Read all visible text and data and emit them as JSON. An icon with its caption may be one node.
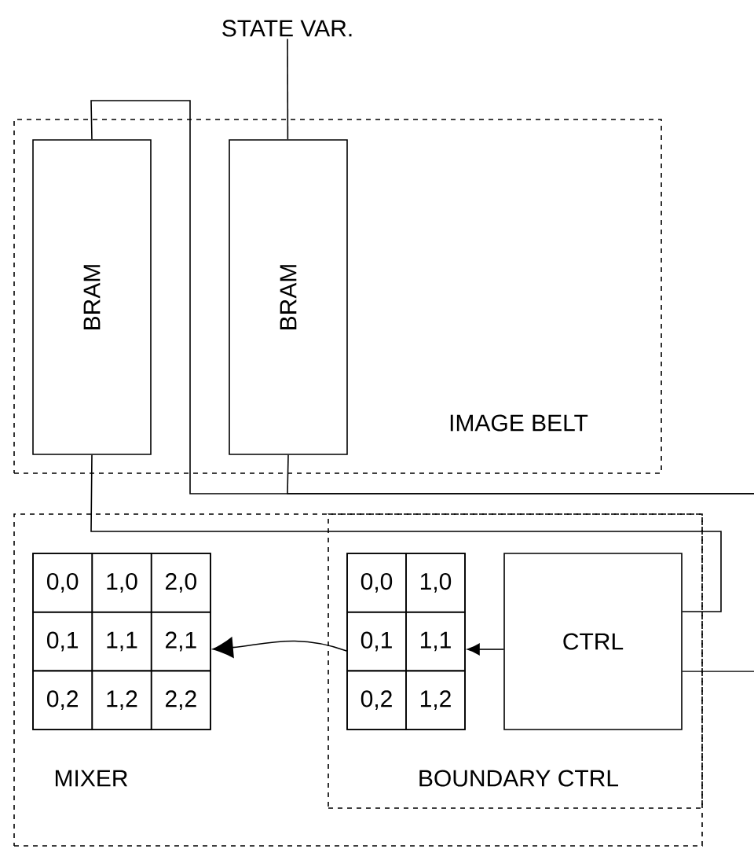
{
  "diagram": {
    "nodes": [
      {
        "text": [
          "STATE VAR."
        ]
      },
      {
        "text": [
          "IMAGE BELT"
        ]
      },
      {
        "text": [
          "BRAM"
        ],
        "in": 1
      },
      {
        "text": [
          "BRAM"
        ],
        "in": 1
      },
      {
        "text": [
          "MIXER"
        ]
      },
      {
        "text": [
          "0,0",
          "1,0",
          "2,0",
          "0,1",
          "1,1",
          "2,1",
          "0,2",
          "1,2",
          "2,2"
        ],
        "in": 4
      },
      {
        "text": [
          "BOUNDARY CTRL"
        ],
        "in": 4
      },
      {
        "text": [
          "0,0",
          "1,0",
          "0,1",
          "1,1",
          "0,2",
          "1,2"
        ],
        "in": 6
      },
      {
        "text": [
          "CTRL"
        ],
        "in": 6
      }
    ],
    "edges": [
      {
        "from": 0,
        "to": 3,
        "arrow": "none"
      },
      {
        "from": 2,
        "to": null,
        "arrow": "none"
      },
      {
        "from": 3,
        "to": null,
        "arrow": "none"
      },
      {
        "from": 2,
        "to": 8,
        "arrow": "none"
      },
      {
        "from": 8,
        "to": null,
        "arrow": "none"
      },
      {
        "from": 8,
        "to": 7,
        "arrow": "to"
      },
      {
        "from": 7,
        "to": 5,
        "arrow": "to"
      }
    ]
  }
}
